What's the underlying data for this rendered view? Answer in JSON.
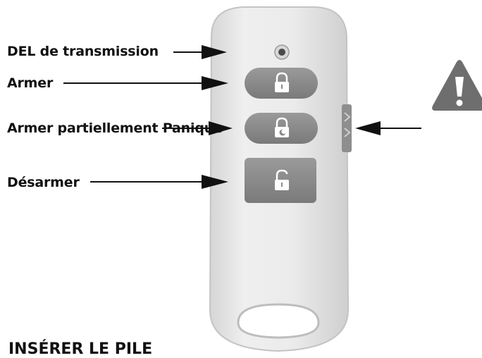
{
  "labels": {
    "led": "DEL de transmission",
    "arm": "Armer",
    "partial_arm": "Armer partiellement",
    "panic": "Panique",
    "disarm": "Désarmer"
  },
  "section_heading": "INSÉRER LE PILE",
  "icons": {
    "warning": "warning-icon",
    "lock_closed": "lock-closed-icon",
    "lock_partial": "lock-partial-icon",
    "lock_open": "lock-open-icon"
  },
  "colors": {
    "remote_body": "#e7e7e7",
    "button_gray": "#878787",
    "warning_triangle": "#6e6e6e",
    "arrow": "#111111",
    "text": "#111111"
  }
}
